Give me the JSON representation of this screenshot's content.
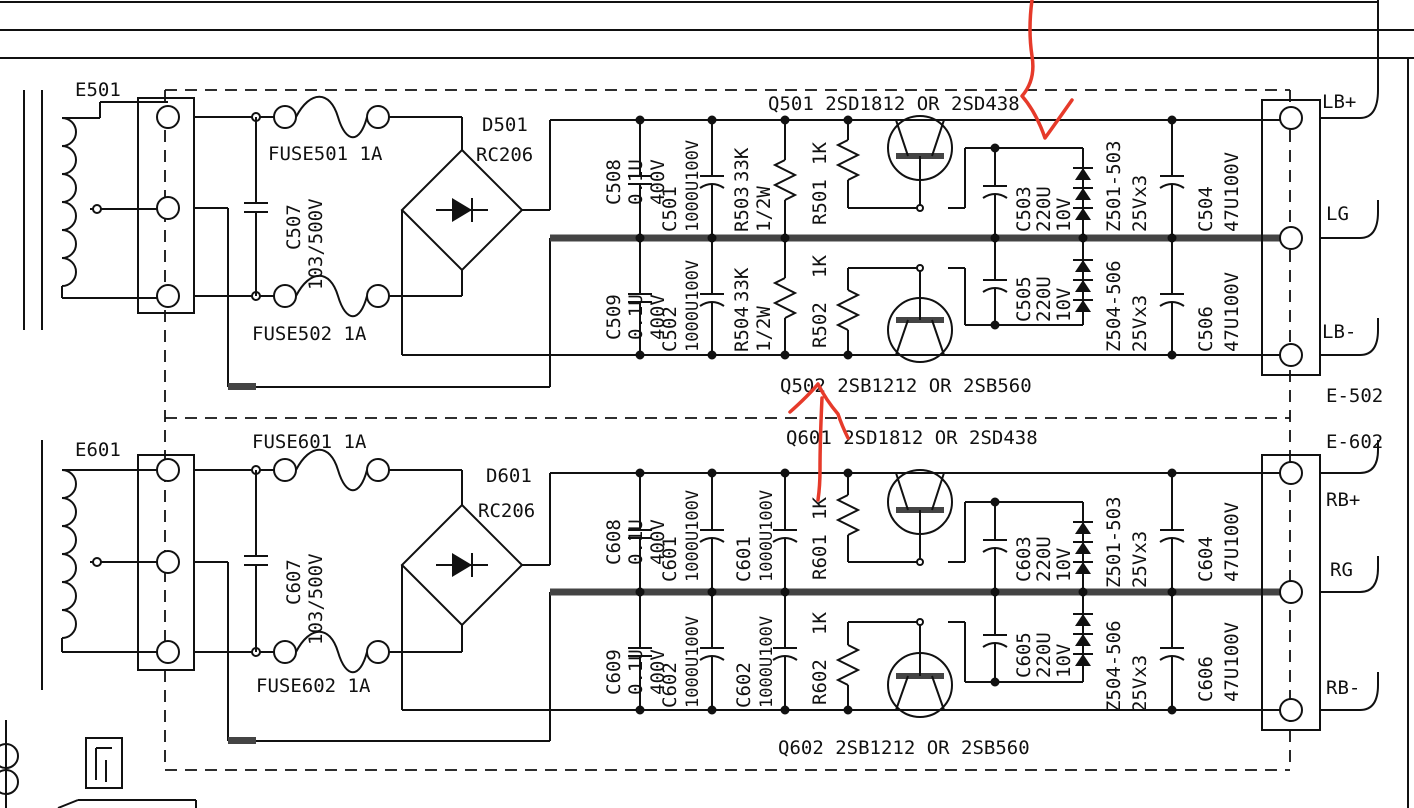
{
  "upper": {
    "transformer_terminal": "E501",
    "fuse_a": "FUSE501  1A",
    "fuse_b": "FUSE502  1A",
    "cap_x": {
      "ref": "C507",
      "value": "103/500V"
    },
    "bridge": {
      "ref": "D501",
      "part": "RC206"
    },
    "cap_hf_top": {
      "ref": "C508",
      "value": "0.1U",
      "rating": "400V"
    },
    "cap_hf_bot": {
      "ref": "C509",
      "value": "0.1U",
      "rating": "400V"
    },
    "cap_bulk_top": {
      "ref": "C501",
      "value": "1000U100V"
    },
    "cap_bulk_bot": {
      "ref": "C502",
      "value": "1000U100V"
    },
    "res_bleed_top": {
      "ref": "R503",
      "value": "33K",
      "power": "1/2W"
    },
    "res_bleed_bot": {
      "ref": "R504",
      "value": "33K",
      "power": "1/2W"
    },
    "res_base_top": {
      "ref": "R501",
      "value": "1K"
    },
    "res_base_bot": {
      "ref": "R502",
      "value": "1K"
    },
    "q_top": "Q501  2SD1812  OR  2SD438",
    "q_bot": "Q502  2SB1212  OR  2SB560",
    "cap_ref_top": {
      "ref": "C503",
      "value": "220U",
      "rating": "10V"
    },
    "cap_ref_bot": {
      "ref": "C505",
      "value": "220U",
      "rating": "10V"
    },
    "zener_top": {
      "ref": "Z501-503",
      "value": "25Vx3"
    },
    "zener_bot": {
      "ref": "Z504-506",
      "value": "25Vx3"
    },
    "cap_out_top": {
      "ref": "C504",
      "value": "47U100V"
    },
    "cap_out_bot": {
      "ref": "C506",
      "value": "47U100V"
    },
    "out_pos": "LB+",
    "out_gnd": "LG",
    "out_neg": "LB-",
    "connector": "E-502"
  },
  "lower": {
    "transformer_terminal": "E601",
    "fuse_a": "FUSE601  1A",
    "fuse_b": "FUSE602  1A",
    "cap_x": {
      "ref": "C607",
      "value": "103/500V"
    },
    "bridge": {
      "ref": "D601",
      "part": "RC206"
    },
    "cap_hf_top": {
      "ref": "C608",
      "value": "0.1U",
      "rating": "400V"
    },
    "cap_hf_bot": {
      "ref": "C609",
      "value": "0.1U",
      "rating": "400V"
    },
    "cap_bulk_top": {
      "ref": "C601",
      "value": "1000U100V"
    },
    "cap_bulk_bot": {
      "ref": "C602",
      "value": "1000U100V"
    },
    "cap_bulk_top2": {
      "ref": "C601",
      "value": "1000U100V"
    },
    "cap_bulk_bot2": {
      "ref": "C602",
      "value": "1000U100V"
    },
    "res_base_top": {
      "ref": "R601",
      "value": "1K"
    },
    "res_base_bot": {
      "ref": "R602",
      "value": "1K"
    },
    "q_top": "Q601  2SD1812  OR  2SD438",
    "q_bot": "Q602  2SB1212  OR  2SB560",
    "cap_ref_top": {
      "ref": "C603",
      "value": "220U",
      "rating": "10V"
    },
    "cap_ref_bot": {
      "ref": "C605",
      "value": "220U",
      "rating": "10V"
    },
    "zener_top": {
      "ref": "Z501-503",
      "value": "25Vx3"
    },
    "zener_bot": {
      "ref": "Z504-506",
      "value": "25Vx3"
    },
    "cap_out_top": {
      "ref": "C604",
      "value": "47U100V"
    },
    "cap_out_bot": {
      "ref": "C606",
      "value": "47U100V"
    },
    "out_pos": "RB+",
    "out_gnd": "RG",
    "out_neg": "RB-",
    "connector": "E-602"
  },
  "colors": {
    "ink": "#111111",
    "bus": "#444444",
    "annotation": "#e63a2a",
    "paper": "#ffffff"
  }
}
